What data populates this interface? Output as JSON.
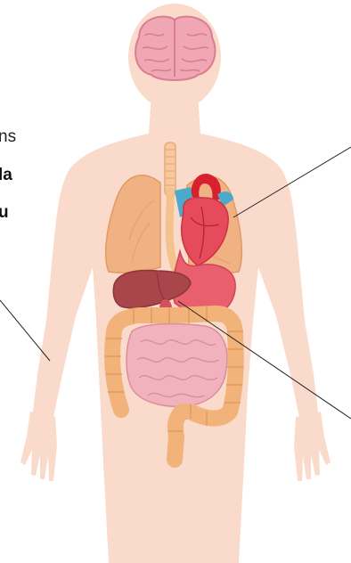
{
  "labels": {
    "left_fragments": [
      "ns",
      "la",
      "u"
    ]
  },
  "colors": {
    "skin": "#FADBCB",
    "brain": "#F0A6B3",
    "lungs": "#F0B283",
    "heart": "#E64B5C",
    "aorta": "#D8202E",
    "vessels_blue": "#4BAAC9",
    "liver": "#A8464C",
    "stomach": "#E95F6E",
    "large_intestine": "#F2B37A",
    "small_intestine": "#F1B2BE",
    "leader_line": "#222222"
  }
}
